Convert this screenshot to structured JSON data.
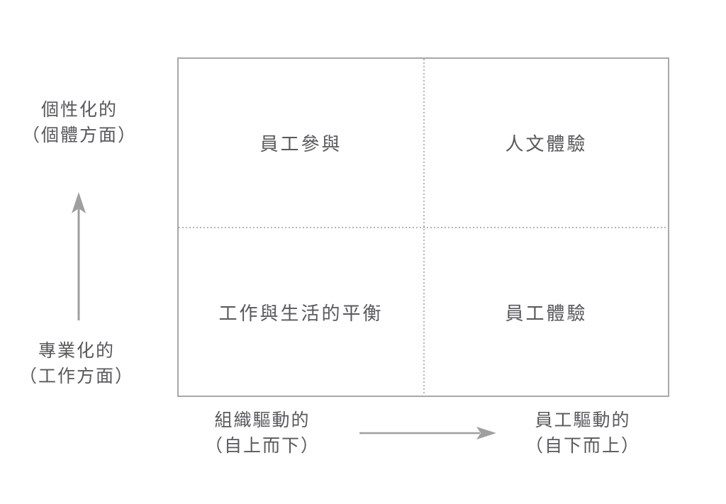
{
  "matrix": {
    "quadrants": [
      {
        "id": "top-left",
        "label": "員工參與"
      },
      {
        "id": "top-right",
        "label": "人文體驗"
      },
      {
        "id": "bottom-left",
        "label": "工作與生活的平衡"
      },
      {
        "id": "bottom-right",
        "label": "員工體驗"
      }
    ]
  },
  "y_axis": {
    "top_label_line1": "個性化的",
    "top_label_line2": "（個體方面）",
    "bottom_label_line1": "專業化的",
    "bottom_label_line2": "（工作方面）",
    "arrow_direction": "up"
  },
  "x_axis": {
    "left_label_line1": "組織驅動的",
    "left_label_line2": "（自上而下）",
    "right_label_line1": "員工驅動的",
    "right_label_line2": "（自下而上）",
    "arrow_direction": "right"
  },
  "colors": {
    "background": "#ffffff",
    "text": "#58595b",
    "box_border": "#a8a8a8",
    "dotted_divider": "#b5b5b5",
    "arrow": "#9f9f9f"
  }
}
